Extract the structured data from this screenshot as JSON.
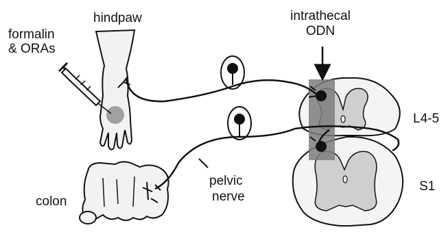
{
  "labels": {
    "hindpaw": "hindpaw",
    "formalin_line1": "formalin",
    "formalin_line2": "& ORAs",
    "intrathecal_line1": "intrathecal",
    "intrathecal_line2": "ODN",
    "l45": "L4-5",
    "s1": "S1",
    "colon": "colon",
    "pelvic_line1": "pelvic",
    "pelvic_line2": "nerve"
  },
  "colors": {
    "ink": "#111111",
    "spinal_white_matter": "#f4f4f4",
    "spinal_gray_matter": "#cfcfcf",
    "odn_band": "#7d7d7d",
    "injection_spot": "#8c8c8c"
  }
}
